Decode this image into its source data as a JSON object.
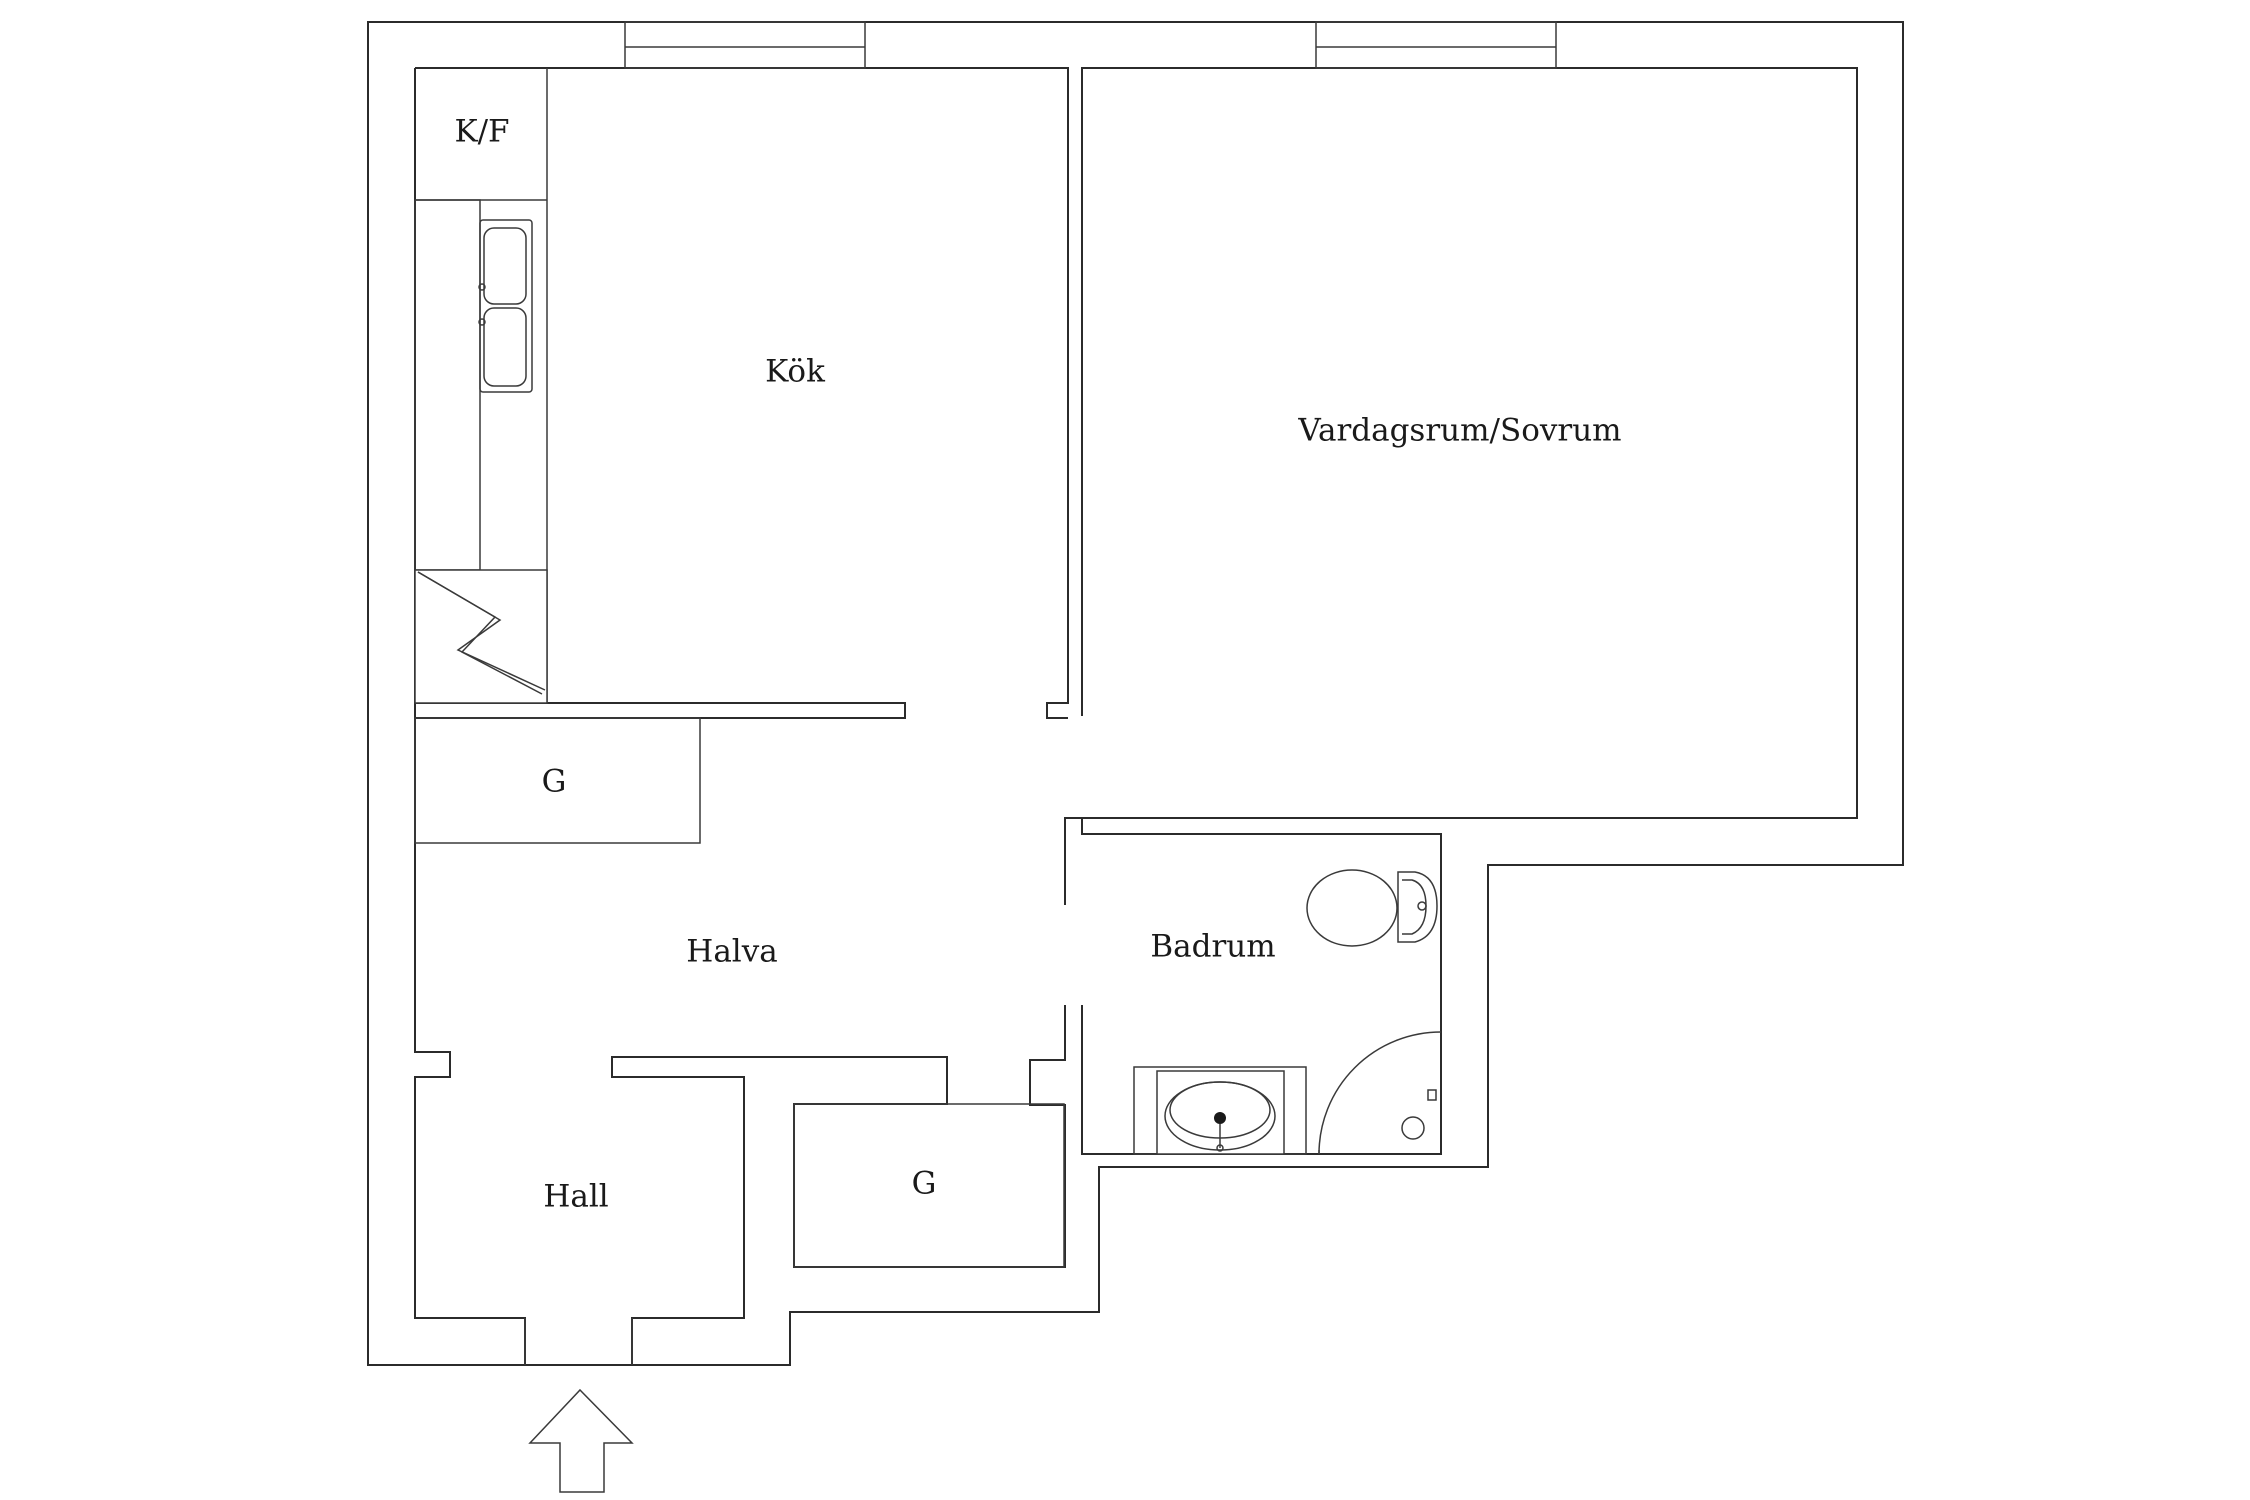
{
  "rooms": {
    "kf": "K/F",
    "kok": "Kök",
    "vardagsrum": "Vardagsrum/Sovrum",
    "garderob_top": "G",
    "halva": "Halva",
    "badrum": "Badrum",
    "hall": "Hall",
    "garderob_bottom": "G"
  },
  "colors": {
    "line": "#2b2b2b",
    "background": "#ffffff"
  },
  "icons": [
    "entrance-arrow-icon",
    "sink-icon",
    "toilet-icon",
    "washbasin-icon",
    "shower-icon",
    "stove-icon"
  ]
}
